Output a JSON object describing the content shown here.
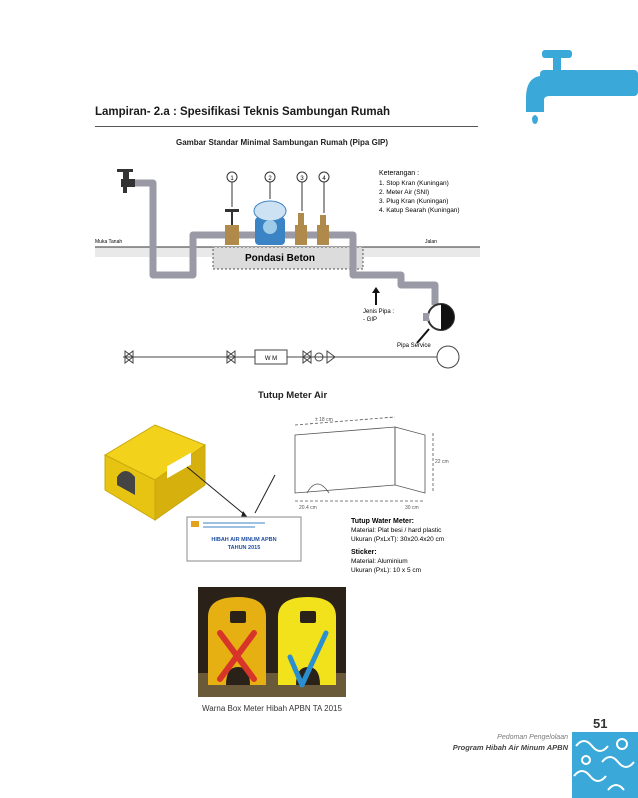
{
  "page": {
    "heading": "Lampiran- 2.a : Spesifikasi Teknis Sambungan Rumah",
    "subheading": "Gambar Standar Minimal Sambungan Rumah (Pipa GIP)",
    "section_title": "Tutup Meter Air",
    "photo_caption": "Warna Box Meter Hibah APBN TA 2015",
    "page_number": "51",
    "footer_line1": "Pedoman Pengelolaan",
    "footer_line2": "Program Hibah Air Minum APBN"
  },
  "diagram": {
    "legend_title": "Keterangan :",
    "legend_items": [
      "1. Stop Kran (Kuningan)",
      "2. Meter Air (SNI)",
      "3. Plug Kran (Kuningan)",
      "4. Katup Searah (Kuningan)"
    ],
    "markers": [
      "1",
      "2",
      "3",
      "4"
    ],
    "label_ground": "Muka Tanah",
    "label_road": "Jalan",
    "label_foundation": "Pondasi Beton",
    "label_pipe_type_1": "Jenis Pipa :",
    "label_pipe_type_2": "- GIP",
    "label_pipe_service": "Pipa Service",
    "label_wm": "W M"
  },
  "lid": {
    "spec_title": "Tutup Water Meter:",
    "spec_material": "Material: Plat besi / hard plastic",
    "spec_size": "Ukuran (PxLxT): 30x20.4x20 cm",
    "sticker_title": "Sticker:",
    "sticker_material": "Material: Aluminium",
    "sticker_size": "Ukuran (PxL): 10 x 5 cm",
    "sticker_line1": "HIBAH AIR MINUM APBN",
    "sticker_line2": "TAHUN 2015",
    "dim_top": "± 18 cm",
    "dim_height": "22 cm",
    "dim_length": "30 cm",
    "dim_width": "20.4 cm"
  },
  "colors": {
    "accent_blue": "#3aa8d8",
    "lid_yellow": "#f2d21b",
    "pipe_gray": "#9a9aa6",
    "wrong_mark": "#d8352a",
    "right_mark": "#2a8fd0"
  }
}
